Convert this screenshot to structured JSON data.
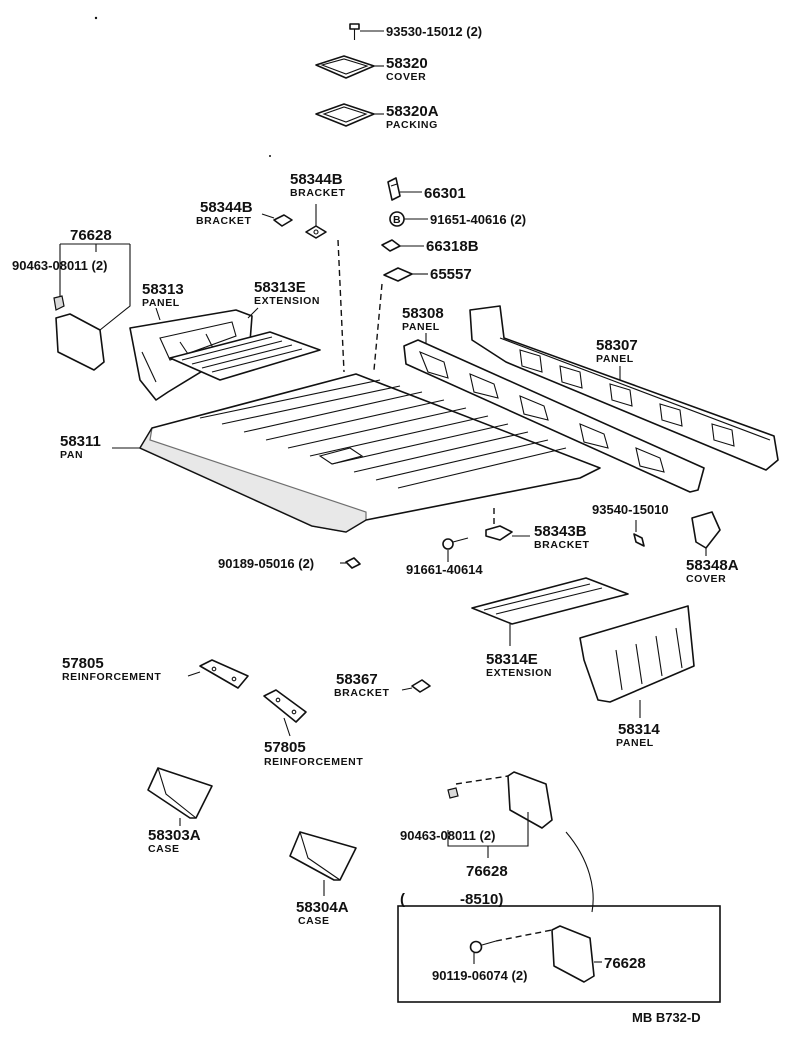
{
  "diagram_code": "MB  B732-D",
  "range_bracket": {
    "open": "(",
    "close": "-8510)"
  },
  "parts": [
    {
      "id": "p_93530",
      "number": "93530-15012 (2)"
    },
    {
      "id": "p_58320",
      "number": "58320",
      "desc": "COVER"
    },
    {
      "id": "p_58320a",
      "number": "58320A",
      "desc": "PACKING"
    },
    {
      "id": "p_58344b_r",
      "number": "58344B",
      "desc": "BRACKET"
    },
    {
      "id": "p_58344b_l",
      "number": "58344B",
      "desc": "BRACKET"
    },
    {
      "id": "p_66301",
      "number": "66301"
    },
    {
      "id": "p_91651",
      "number": "91651-40616 (2)"
    },
    {
      "id": "p_66318b",
      "number": "66318B"
    },
    {
      "id": "p_65557",
      "number": "65557"
    },
    {
      "id": "p_76628_a",
      "number": "76628"
    },
    {
      "id": "p_90463_a",
      "number": "90463-08011 (2)"
    },
    {
      "id": "p_58313",
      "number": "58313",
      "desc": "PANEL"
    },
    {
      "id": "p_58313e",
      "number": "58313E",
      "desc": "EXTENSION"
    },
    {
      "id": "p_58308",
      "number": "58308",
      "desc": "PANEL"
    },
    {
      "id": "p_58307",
      "number": "58307",
      "desc": "PANEL"
    },
    {
      "id": "p_58311",
      "number": "58311",
      "desc": "PAN"
    },
    {
      "id": "p_93540",
      "number": "93540-15010"
    },
    {
      "id": "p_58343b",
      "number": "58343B",
      "desc": "BRACKET"
    },
    {
      "id": "p_58348a",
      "number": "58348A",
      "desc": "COVER"
    },
    {
      "id": "p_90189",
      "number": "90189-05016 (2)"
    },
    {
      "id": "p_91661",
      "number": "91661-40614"
    },
    {
      "id": "p_58314e",
      "number": "58314E",
      "desc": "EXTENSION"
    },
    {
      "id": "p_57805_a",
      "number": "57805",
      "desc": "REINFORCEMENT"
    },
    {
      "id": "p_58367",
      "number": "58367",
      "desc": "BRACKET"
    },
    {
      "id": "p_58314",
      "number": "58314",
      "desc": "PANEL"
    },
    {
      "id": "p_57805_b",
      "number": "57805",
      "desc": "REINFORCEMENT"
    },
    {
      "id": "p_58303a",
      "number": "58303A",
      "desc": "CASE"
    },
    {
      "id": "p_90463_b",
      "number": "90463-08011 (2)"
    },
    {
      "id": "p_76628_b",
      "number": "76628"
    },
    {
      "id": "p_58304a",
      "number": "58304A",
      "desc": "CASE"
    },
    {
      "id": "p_90119",
      "number": "90119-06074 (2)"
    },
    {
      "id": "p_76628_c",
      "number": "76628"
    }
  ]
}
